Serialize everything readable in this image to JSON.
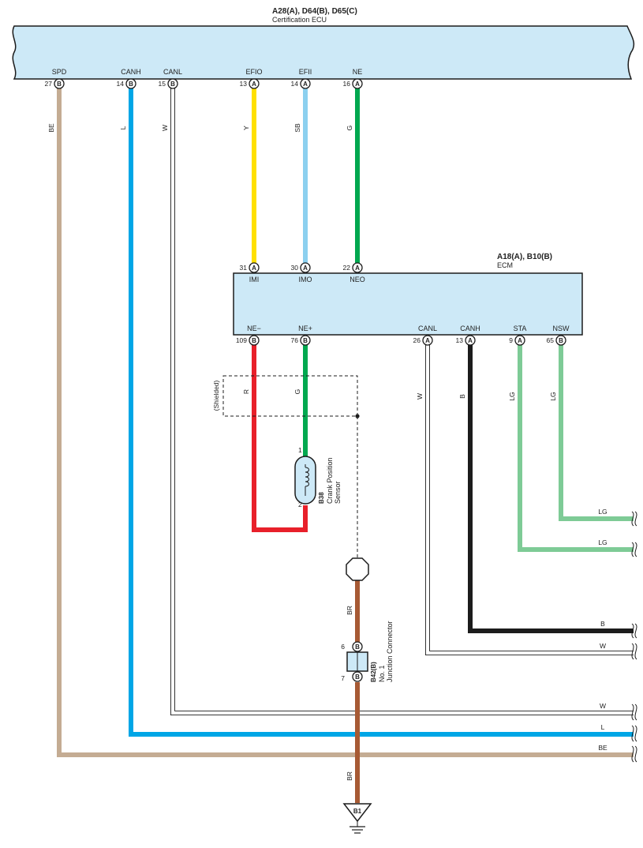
{
  "colors": {
    "BE": "#c4ac93",
    "L": "#00a6e6",
    "W": "#ffffff",
    "Y": "#ffe000",
    "SB": "#8cd0ef",
    "G": "#00a84f",
    "R": "#e8202a",
    "B": "#1c1c1c",
    "LG": "#7ecb96",
    "BR": "#a75a34",
    "box_fill": "#cde9f7",
    "line": "#1c1c1c"
  },
  "certification_ecu": {
    "code": "A28(A), D64(B), D65(C)",
    "name": "Certification ECU",
    "pins": [
      {
        "name": "SPD",
        "num": "27",
        "conn": "B"
      },
      {
        "name": "CANH",
        "num": "14",
        "conn": "B"
      },
      {
        "name": "CANL",
        "num": "15",
        "conn": "B"
      },
      {
        "name": "EFIO",
        "num": "13",
        "conn": "A"
      },
      {
        "name": "EFII",
        "num": "14",
        "conn": "A"
      },
      {
        "name": "NE",
        "num": "16",
        "conn": "A"
      }
    ]
  },
  "ecm": {
    "code": "A18(A), B10(B)",
    "name": "ECM",
    "top_pins": [
      {
        "name": "IMI",
        "num": "31",
        "conn": "A"
      },
      {
        "name": "IMO",
        "num": "30",
        "conn": "A"
      },
      {
        "name": "NEO",
        "num": "22",
        "conn": "A"
      }
    ],
    "bottom_pins": [
      {
        "name": "NE−",
        "num": "109",
        "conn": "B"
      },
      {
        "name": "NE+",
        "num": "76",
        "conn": "B"
      },
      {
        "name": "CANL",
        "num": "26",
        "conn": "A"
      },
      {
        "name": "CANH",
        "num": "13",
        "conn": "A"
      },
      {
        "name": "STA",
        "num": "9",
        "conn": "A"
      },
      {
        "name": "NSW",
        "num": "65",
        "conn": "B"
      }
    ]
  },
  "wires": {
    "spd": "BE",
    "canh": "L",
    "canl": "W",
    "efio": "Y",
    "efii": "SB",
    "ne": "G",
    "ne_minus": "R",
    "ne_plus": "G",
    "ecm_canl": "W",
    "ecm_canh": "B",
    "sta": "LG",
    "nsw": "LG",
    "ground_upper": "BR",
    "ground_lower": "BR"
  },
  "right_edge_labels": [
    "LG",
    "LG",
    "B",
    "W",
    "W",
    "L",
    "BE"
  ],
  "shielded_label": "(Shielded)",
  "crank_sensor": {
    "code": "B38",
    "name_line1": "Crank Position",
    "name_line2": "Sensor",
    "pin1": "1",
    "pin2": "2"
  },
  "junction": {
    "code": "B42(B)",
    "name_line1": "No. 1",
    "name_line2": "Junction Connector",
    "pin_top": "6",
    "pin_bottom": "7",
    "conn": "B"
  },
  "ground": {
    "label": "B1"
  }
}
